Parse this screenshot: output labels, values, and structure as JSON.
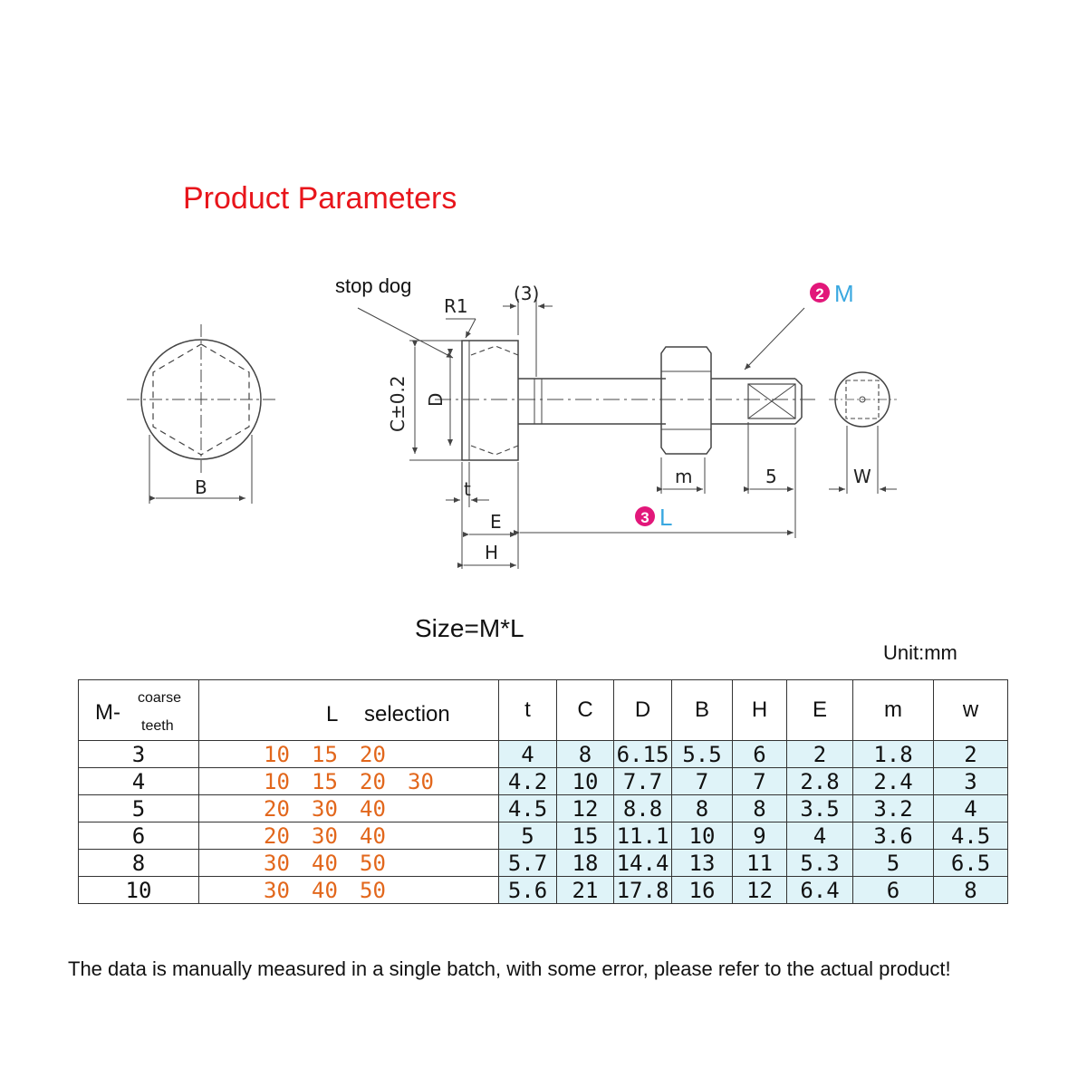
{
  "title": "Product Parameters",
  "drawing": {
    "labels": {
      "stop_dog": "stop dog",
      "r1": "R1",
      "three": "(3)",
      "c_tol": "C±0.2",
      "d": "D",
      "b": "B",
      "t": "t",
      "e": "E",
      "h": "H",
      "m": "m",
      "five": "5",
      "w": "W",
      "callout_m_num": "2",
      "callout_m": "M",
      "callout_l_num": "3",
      "callout_l": "L"
    },
    "colors": {
      "callout_badge": "#e2177a",
      "callout_letter": "#3aa8e0",
      "line": "#444444"
    }
  },
  "size_label": "Size=M*L",
  "unit_label": "Unit:mm",
  "table": {
    "header": {
      "m_prefix": "M-",
      "m_coarse": "coarse",
      "m_teeth": "teeth",
      "l_letter": "L",
      "l_selection": "selection",
      "cols": [
        "t",
        "C",
        "D",
        "B",
        "H",
        "E",
        "m",
        "w"
      ]
    },
    "rows": [
      {
        "m": "3",
        "l": [
          "10",
          "15",
          "20",
          ""
        ],
        "vals": [
          "4",
          "8",
          "6.15",
          "5.5",
          "6",
          "2",
          "1.8",
          "2"
        ]
      },
      {
        "m": "4",
        "l": [
          "10",
          "15",
          "20",
          "30"
        ],
        "vals": [
          "4.2",
          "10",
          "7.7",
          "7",
          "7",
          "2.8",
          "2.4",
          "3"
        ]
      },
      {
        "m": "5",
        "l": [
          "20",
          "30",
          "40",
          ""
        ],
        "vals": [
          "4.5",
          "12",
          "8.8",
          "8",
          "8",
          "3.5",
          "3.2",
          "4"
        ]
      },
      {
        "m": "6",
        "l": [
          "20",
          "30",
          "40",
          ""
        ],
        "vals": [
          "5",
          "15",
          "11.1",
          "10",
          "9",
          "4",
          "3.6",
          "4.5"
        ]
      },
      {
        "m": "8",
        "l": [
          "30",
          "40",
          "50",
          ""
        ],
        "vals": [
          "5.7",
          "18",
          "14.4",
          "13",
          "11",
          "5.3",
          "5",
          "6.5"
        ]
      },
      {
        "m": "10",
        "l": [
          "30",
          "40",
          "50",
          ""
        ],
        "vals": [
          "5.6",
          "21",
          "17.8",
          "16",
          "12",
          "6.4",
          "6",
          "8"
        ]
      }
    ]
  },
  "footnote": "The data is manually measured in a single batch, with some error, please refer to the actual product!"
}
